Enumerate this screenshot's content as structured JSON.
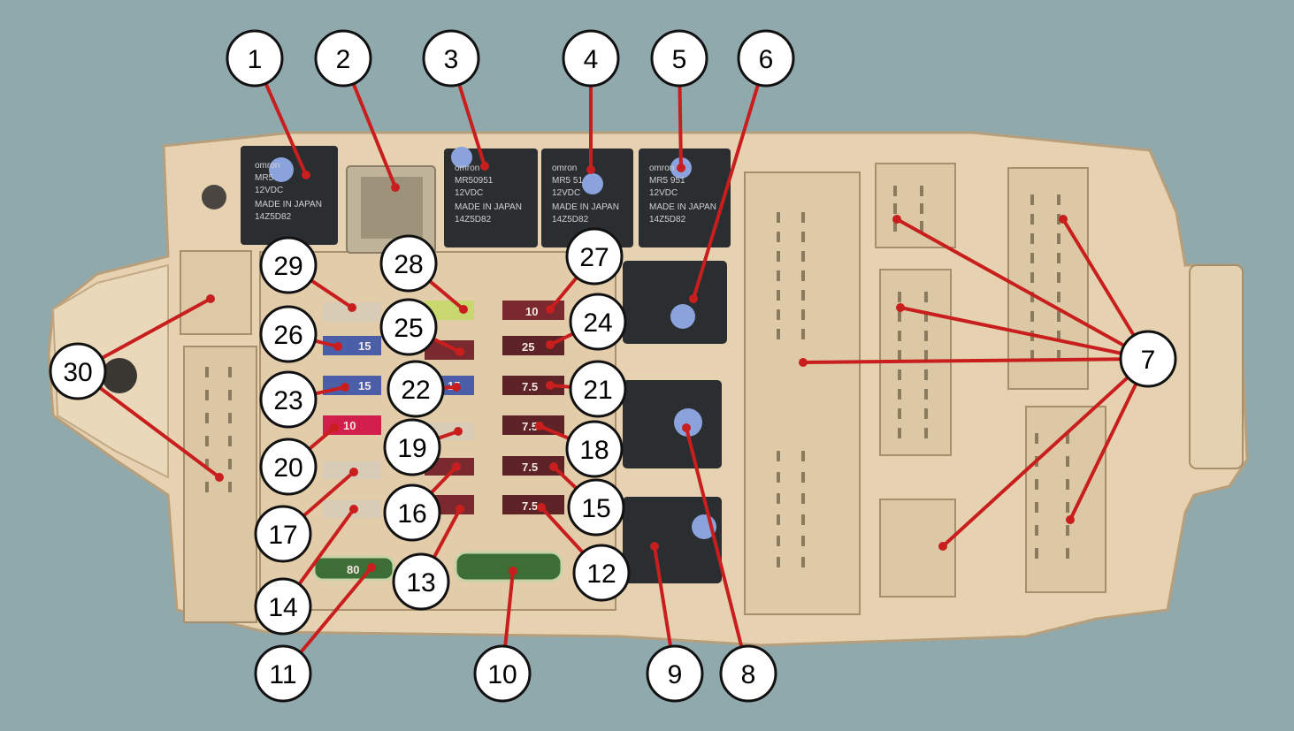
{
  "relays": [
    {
      "brand": "omron",
      "model": "MR5",
      "voltage": "12VDC",
      "origin": "MADE IN JAPAN",
      "code": "14Z5D82"
    },
    {
      "brand": "omron",
      "model": "MR50951",
      "voltage": "12VDC",
      "origin": "MADE IN JAPAN",
      "code": "14Z5D82"
    },
    {
      "brand": "omron",
      "model": "MR5 51",
      "voltage": "12VDC",
      "origin": "MADE IN JAPAN",
      "code": "14Z5D82"
    },
    {
      "brand": "omron",
      "model": "MR5 951",
      "voltage": "12VDC",
      "origin": "MADE IN JAPAN",
      "code": "14Z5D82"
    }
  ],
  "fuse_labels": {
    "f27": "10",
    "f24": "25",
    "f21": "7.5",
    "f18": "7.5",
    "f15": "7.5",
    "f12": "7.5",
    "f26": "15",
    "f23": "15",
    "f22": "15",
    "f20": "10",
    "f11": "80"
  },
  "callouts": [
    "1",
    "2",
    "3",
    "4",
    "5",
    "6",
    "7",
    "8",
    "9",
    "10",
    "11",
    "12",
    "13",
    "14",
    "15",
    "16",
    "17",
    "18",
    "19",
    "20",
    "21",
    "22",
    "23",
    "24",
    "25",
    "26",
    "27",
    "28",
    "29",
    "30"
  ],
  "colors": {
    "background": "#8fa9ad",
    "housing": "#e8d5b4",
    "leader": "#c81e1e",
    "marker": "#c81e1e",
    "relay": "#2b2e31",
    "blue_dot": "#8aa3dc"
  }
}
